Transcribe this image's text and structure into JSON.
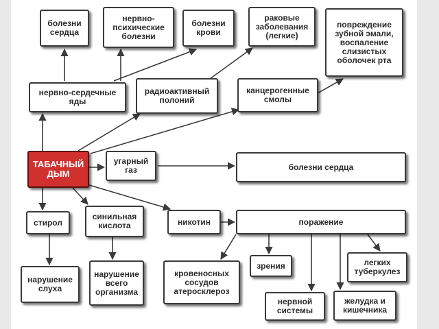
{
  "diagram": {
    "colors": {
      "main_fill": "#d0302e",
      "box_border": "#3a3a3a",
      "arrow": "#3a3a3a"
    },
    "nodes": {
      "heart1": "болезни\nсердца",
      "neuro": "нервно-\nпсихические\nболезни",
      "blood": "болезни\nкрови",
      "cancer": "раковые\nзаболевания\n(легкие)",
      "enamel": "повреждение\nзубной эмали,\nвоспаление\nслизистых\nоболочек рта",
      "poisons": "нервно-сердечные\nяды",
      "polonium": "радиоактивный\nполоний",
      "resins": "канцерогенные\nсмолы",
      "smoke": "ТАБАЧНЫЙ\nДЫМ",
      "co": "угарный\nгаз",
      "heart2": "болезни сердца",
      "styrene": "стирол",
      "cyanide": "синильная\nкислота",
      "nicotine": "никотин",
      "damage": "поражение",
      "hearing": "нарушение\nслуха",
      "organism": "нарушение\nвсего\nорганизма",
      "vessels": "кровеносных\nсосудов\nатеросклероз",
      "vision": "зрения",
      "lungs": "легких\nтуберкулез",
      "nervous": "нервной\nсистемы",
      "stomach": "желудка и\nкишечника"
    }
  }
}
